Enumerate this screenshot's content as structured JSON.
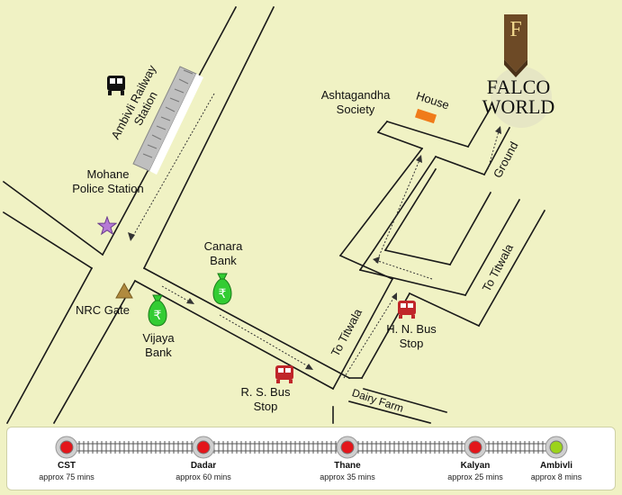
{
  "map": {
    "railway_station": "Ambivli Railway Station",
    "police_station": "Mohane Police Station",
    "nrc_gate": "NRC Gate",
    "canara_bank": "Canara Bank",
    "vijaya_bank": "Vijaya Bank",
    "rs_bus_stop": "R. S. Bus Stop",
    "hn_bus_stop": "H. N. Bus Stop",
    "ashtagandha": "Ashtagandha Society",
    "house": "House",
    "ground": "Ground",
    "to_titwala_1": "To Titwala",
    "to_titwala_2": "To Titwala",
    "dairy_farm": "Dairy Farm"
  },
  "logo": {
    "letter": "F",
    "line1": "FALCO",
    "line2": "WORLD"
  },
  "stations": [
    {
      "name": "CST",
      "time": "approx 75 mins",
      "status": "red"
    },
    {
      "name": "Dadar",
      "time": "approx 60 mins",
      "status": "red"
    },
    {
      "name": "Thane",
      "time": "approx 35 mins",
      "status": "red"
    },
    {
      "name": "Kalyan",
      "time": "approx 25 mins",
      "status": "red"
    },
    {
      "name": "Ambivli",
      "time": "approx 8 mins",
      "status": "green"
    }
  ],
  "colors": {
    "background": "#f0f2c4",
    "road_edge": "#1a1a1a",
    "bank_icon": "#33cc33",
    "bus_icon": "#c0262a",
    "house_marker": "#f07b1a",
    "station_red": "#e3161b",
    "station_green": "#9bd31a"
  },
  "icons": [
    "train-icon",
    "police-star-icon",
    "gate-triangle-icon",
    "rupee-bag-icon",
    "bus-icon",
    "house-marker-icon"
  ]
}
